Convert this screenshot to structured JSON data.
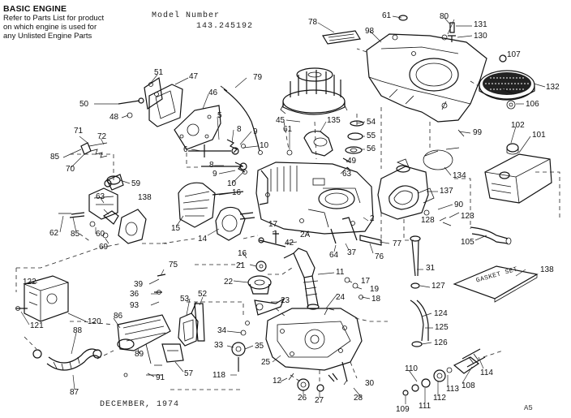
{
  "header": {
    "title": "BASIC ENGINE",
    "line1": "Refer to Parts List for product",
    "line2": "on which engine is used for",
    "line3": "any Unlisted Engine Parts",
    "model_label": "Model Number",
    "model_number": "143.245192"
  },
  "footer": {
    "date": "DECEMBER, 1974",
    "sheet": "A5"
  },
  "gasket_set_label": "GASKET SET",
  "part_numbers": [
    "61",
    "80",
    "131",
    "130",
    "78",
    "98",
    "107",
    "132",
    "106",
    "79",
    "51",
    "47",
    "50",
    "48",
    "46",
    "5",
    "8",
    "9",
    "10",
    "45",
    "61",
    "135",
    "54",
    "55",
    "56",
    "49",
    "63",
    "99",
    "102",
    "101",
    "85",
    "71",
    "72",
    "70",
    "6",
    "8",
    "9",
    "10",
    "59",
    "16",
    "134",
    "137",
    "90",
    "138",
    "63",
    "60",
    "62",
    "85",
    "69",
    "15",
    "14",
    "2",
    "2A",
    "42",
    "17",
    "128",
    "123",
    "105",
    "77",
    "37",
    "76",
    "64",
    "75",
    "16",
    "21",
    "31",
    "22",
    "11",
    "17",
    "19",
    "18",
    "127",
    "138",
    "39",
    "36",
    "93",
    "122",
    "120",
    "121",
    "86",
    "53",
    "52",
    "23",
    "24",
    "124",
    "125",
    "126",
    "88",
    "89",
    "87",
    "91",
    "57",
    "34",
    "33",
    "35",
    "25",
    "118",
    "12",
    "26",
    "27",
    "28",
    "30",
    "110",
    "108",
    "114",
    "113",
    "112",
    "111",
    "109"
  ]
}
